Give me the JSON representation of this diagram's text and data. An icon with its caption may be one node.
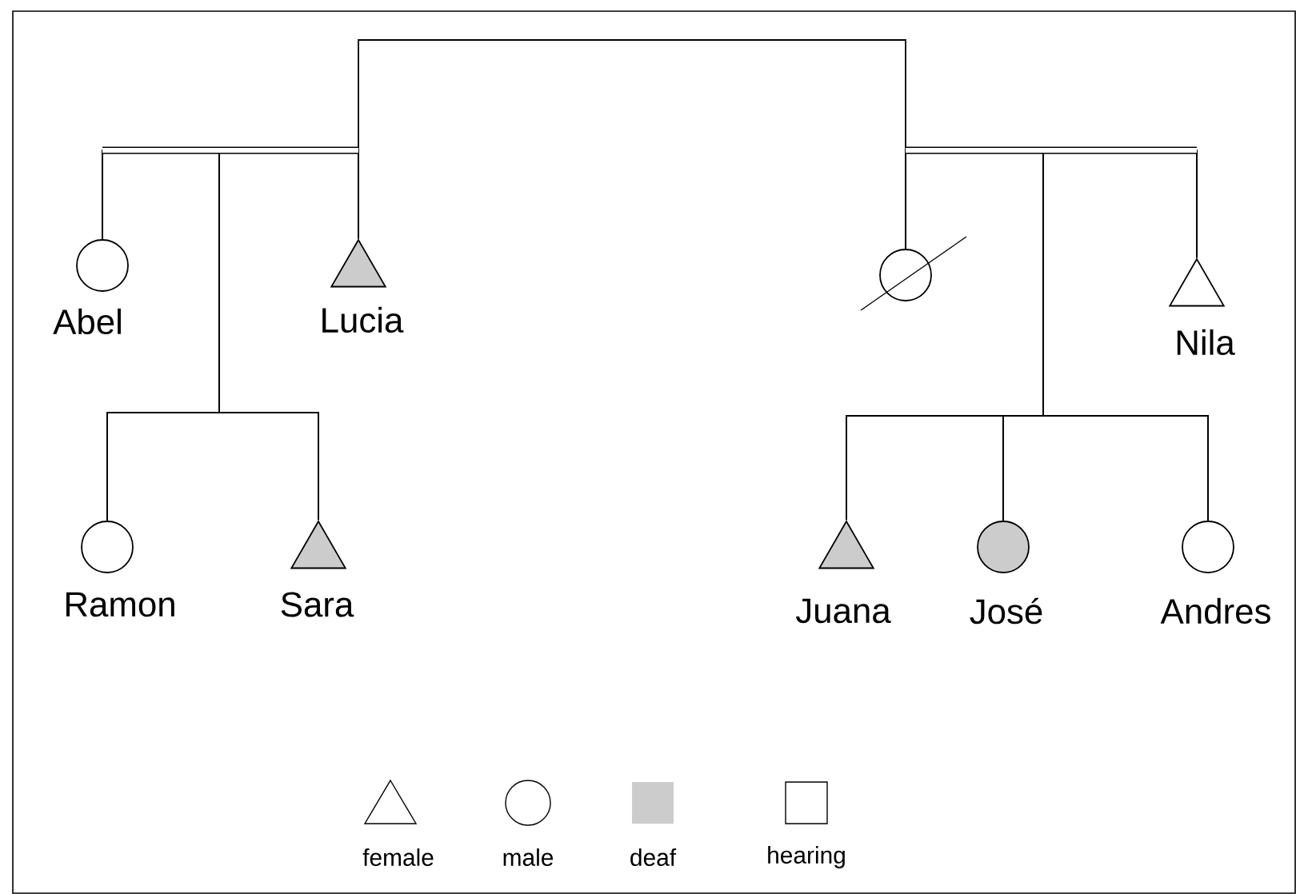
{
  "diagram": {
    "nodes": [
      {
        "text": [],
        "shape": "circle",
        "beside": [
          "Abel"
        ]
      },
      {
        "text": [],
        "shape": "triangle",
        "beside": [
          "Lucia"
        ]
      },
      {
        "text": [],
        "shape": "circle"
      },
      {
        "text": [],
        "shape": "triangle",
        "beside": [
          "Nila"
        ]
      },
      {
        "text": [],
        "shape": "circle",
        "beside": [
          "Ramon"
        ]
      },
      {
        "text": [],
        "shape": "triangle",
        "beside": [
          "Sara"
        ]
      },
      {
        "text": [],
        "shape": "triangle",
        "beside": [
          "Juana"
        ]
      },
      {
        "text": [],
        "shape": "circle",
        "beside": [
          "José"
        ]
      },
      {
        "text": [],
        "shape": "circle",
        "beside": [
          "Andres"
        ]
      }
    ],
    "edges": [
      {
        "from": 1,
        "to": 2,
        "arrow": "none"
      },
      {
        "from": 0,
        "to": 1,
        "arrow": "none"
      },
      {
        "from": 2,
        "to": 3,
        "arrow": "none"
      },
      {
        "from": 0,
        "to": 4,
        "arrow": "none"
      },
      {
        "from": 1,
        "to": 4,
        "arrow": "none"
      },
      {
        "from": 0,
        "to": 5,
        "arrow": "none"
      },
      {
        "from": 1,
        "to": 5,
        "arrow": "none"
      },
      {
        "from": 2,
        "to": 6,
        "arrow": "none"
      },
      {
        "from": 3,
        "to": 6,
        "arrow": "none"
      },
      {
        "from": 2,
        "to": 7,
        "arrow": "none"
      },
      {
        "from": 3,
        "to": 7,
        "arrow": "none"
      },
      {
        "from": 2,
        "to": 8,
        "arrow": "none"
      },
      {
        "from": 3,
        "to": 8,
        "arrow": "none"
      }
    ],
    "legend": [
      {
        "text": "female"
      },
      {
        "text": "male"
      },
      {
        "text": "deaf",
        "color": "#cccccc"
      },
      {
        "text": "hearing",
        "color": "#ffffff"
      }
    ]
  }
}
